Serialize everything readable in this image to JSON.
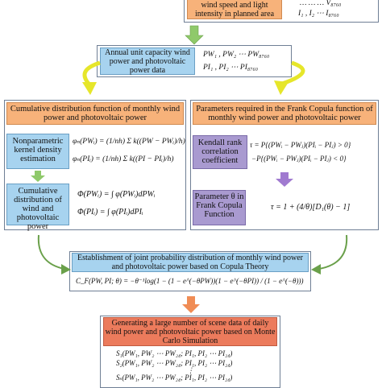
{
  "top": {
    "label": "wind speed and light intensity in planned area",
    "eq1": "… … … V₈₇₆₀",
    "eq2": "I₁ , I₂ ⋯ I₈₇₆₀"
  },
  "annual": {
    "label": "Annual unit capacity wind power and photovoltaic power data",
    "eq1": "PW₁ , PW₂ ⋯ PW₈₇₆₀",
    "eq2": "PI₁ , PI₂ ⋯ PI₈₇₆₀"
  },
  "left": {
    "header": "Cumulative distribution function of monthly wind power and photovoltaic power",
    "kernel_label": "Nonparametric kernel density estimation",
    "kernel_eq1": "φₙ(PWᵢ) = (1/nh) Σ k((PW − PWᵢ)/h)",
    "kernel_eq2": "φₙ(PIᵢ) = (1/nh) Σ k((PI − PIᵢ)/h)",
    "cdf_label": "Cumulative distribution of wind and photovoltaic power",
    "cdf_eq1": "Φ(PWᵢ) = ∫ φ(PWᵢ)dPWᵢ",
    "cdf_eq2": "Φ(PIᵢ) = ∫ φ(PIᵢ)dPIᵢ"
  },
  "right": {
    "header": "Parameters required in the Frank Copula function of monthly wind power and photovoltaic power",
    "kendall_label": "Kendall rank correlation coefficient",
    "kendall_eq1": "τ = P{(PWᵢ − PWⱼ)(PIᵢ − PIⱼ) > 0}",
    "kendall_eq2": "−P{(PWᵢ − PWⱼ)(PIᵢ − PIⱼ) < 0}",
    "param_label": "Parameter θ in Frank Copula Function",
    "param_eq": "τ = 1 + (4/θ)[D₁(θ) − 1]"
  },
  "joint": {
    "label": "Establishment of joint probability distribution of monthly wind power and photovoltaic power based on Copula Theory",
    "eq": "C_F(PW, PI; θ) = −θ⁻¹log(1 − (1 − e^(−θPW))(1 − e^(−θPI)) / (1 − e^(−θ)))"
  },
  "mc": {
    "label": "Generating a large number of scene data of daily wind power and photovoltaic power based on Monte Carlo Simulation",
    "eq1": "S₁(PW₁, PW₂ ⋯ PW₂₄; PI₁, PI₂ ⋯ PI₂₄)",
    "eq2": "S₂(PW₁, PW₂ ⋯ PW₂₄; PI₁, PI₂ ⋯ PI₂₄)",
    "eq3": "⋮",
    "eq4": "Sₛ(PW₁, PW₂ ⋯ PW₂₄; PI₁, PI₂ ⋯ PI₂₄)"
  },
  "colors": {
    "orange": "#f7b27a",
    "blue": "#a7d3ef",
    "purple": "#a99ad0",
    "red": "#ec7b5c",
    "green_arrow": "#8fc96a",
    "yellow_arrow": "#e6e62a",
    "purple_arrow": "#a07ad0",
    "orange_arrow": "#f08c55",
    "equation_bg": "#ffffff"
  }
}
